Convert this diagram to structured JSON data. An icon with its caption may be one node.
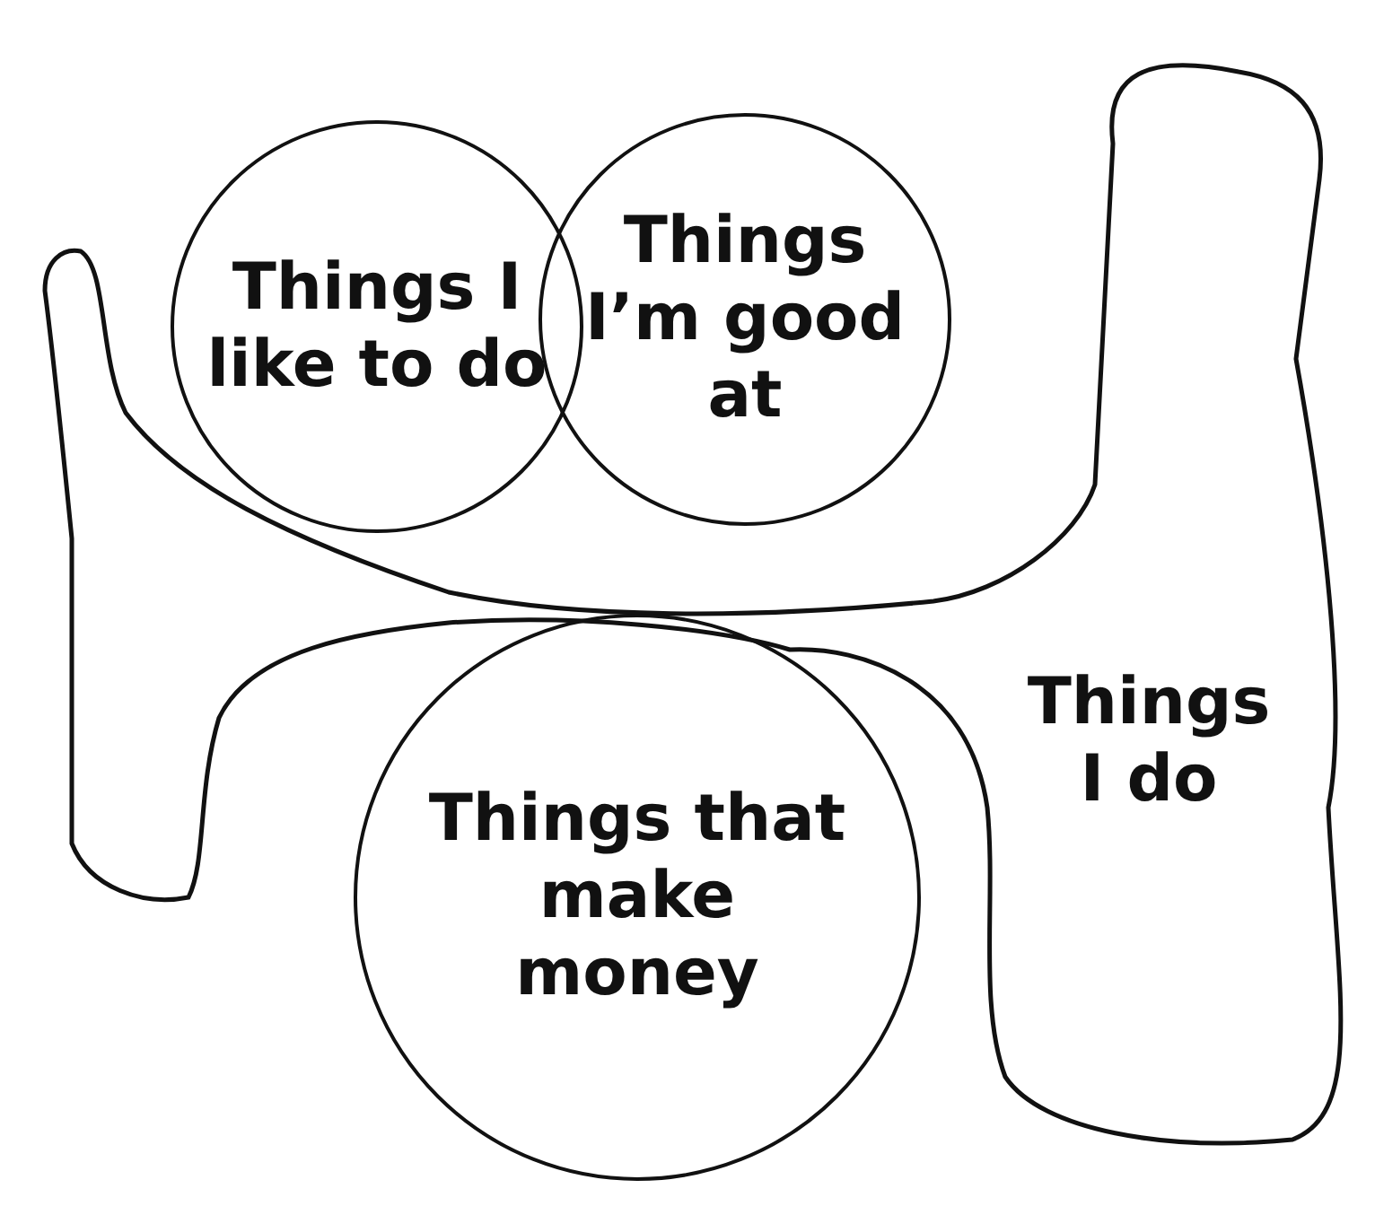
{
  "diagram": {
    "nodes": [
      {
        "text": [
          "Things I like to do"
        ]
      },
      {
        "text": [
          "Things I’m good at"
        ]
      },
      {
        "text": [
          "Things that make money"
        ]
      },
      {
        "text": [
          "Things I do"
        ]
      }
    ],
    "edges": []
  }
}
